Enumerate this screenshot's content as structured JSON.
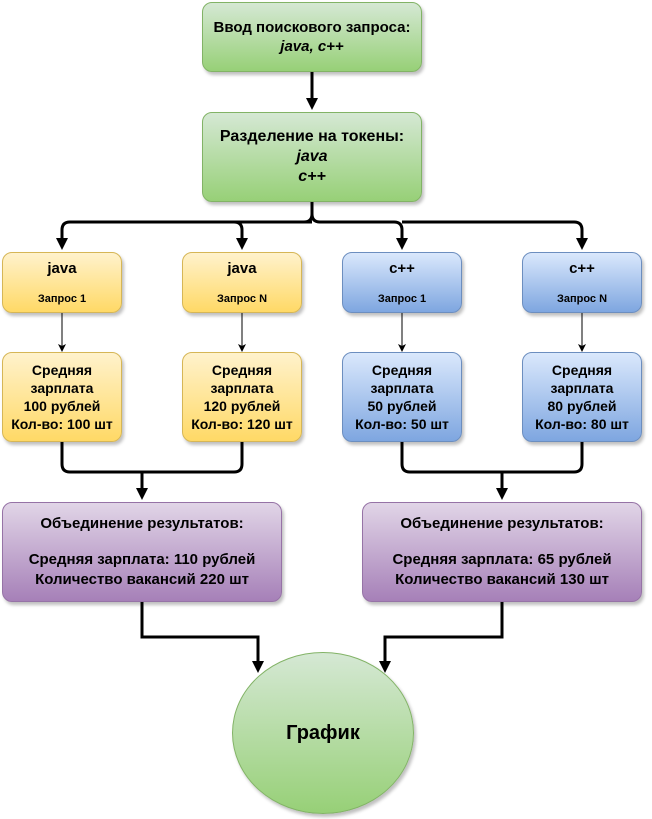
{
  "input": {
    "title": "Ввод поискового запроса:",
    "query": "java, c++"
  },
  "tokenize": {
    "title": "Разделение на токены:",
    "tokens": [
      "java",
      "c++"
    ]
  },
  "queries": [
    {
      "token": "java",
      "label": "Запрос 1"
    },
    {
      "token": "java",
      "label": "Запрос N"
    },
    {
      "token": "c++",
      "label": "Запрос 1"
    },
    {
      "token": "c++",
      "label": "Запрос N"
    }
  ],
  "results": [
    {
      "l1": "Средняя",
      "l2": "зарплата",
      "salary": "100 рублей",
      "count": "Кол-во: 100 шт"
    },
    {
      "l1": "Средняя",
      "l2": "зарплата",
      "salary": "120 рублей",
      "count": "Кол-во: 120 шт"
    },
    {
      "l1": "Средняя",
      "l2": "зарплата",
      "salary": "50 рублей",
      "count": "Кол-во: 50 шт"
    },
    {
      "l1": "Средняя",
      "l2": "зарплата",
      "salary": "80 рублей",
      "count": "Кол-во: 80 шт"
    }
  ],
  "merged": [
    {
      "title": "Объединение результатов:",
      "salary": "Средняя зарплата: 110 рублей",
      "count": "Количество вакансий 220 шт"
    },
    {
      "title": "Объединение результатов:",
      "salary": "Средняя зарплата: 65 рублей",
      "count": "Количество вакансий 130 шт"
    }
  ],
  "chart": {
    "label": "График"
  }
}
